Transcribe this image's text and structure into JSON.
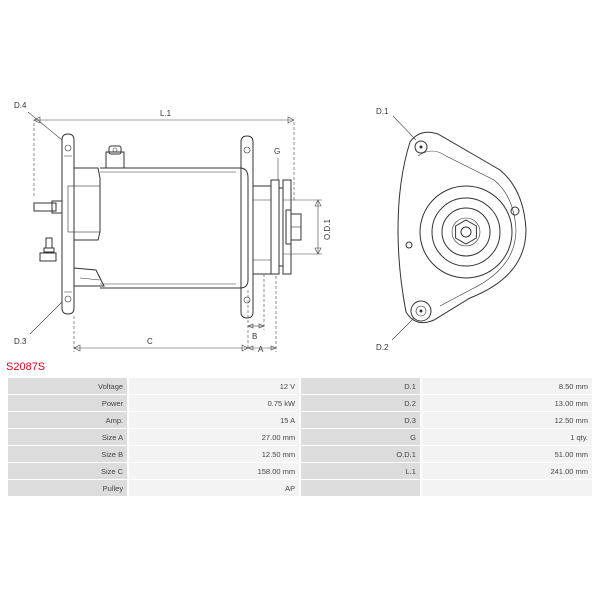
{
  "part_number": "S2087S",
  "drawing": {
    "labels": {
      "d4": "D.4",
      "l1": "L.1",
      "g": "G",
      "od1": "O.D.1",
      "d3": "D.3",
      "b": "B",
      "c": "C",
      "a": "A",
      "d1": "D.1",
      "d2": "D.2"
    }
  },
  "specs": [
    {
      "label_left": "Voltage",
      "value_left": "12 V",
      "label_right": "D.1",
      "value_right": "8.50 mm"
    },
    {
      "label_left": "Power",
      "value_left": "0.75 kW",
      "label_right": "D.2",
      "value_right": "13.00 mm"
    },
    {
      "label_left": "Amp.",
      "value_left": "15 A",
      "label_right": "D.3",
      "value_right": "12.50 mm"
    },
    {
      "label_left": "Size A",
      "value_left": "27.00 mm",
      "label_right": "G",
      "value_right": "1 qty."
    },
    {
      "label_left": "Size B",
      "value_left": "12.50 mm",
      "label_right": "O.D.1",
      "value_right": "51.00 mm"
    },
    {
      "label_left": "Size C",
      "value_left": "158.00 mm",
      "label_right": "L.1",
      "value_right": "241.00 mm"
    },
    {
      "label_left": "Pulley",
      "value_left": "AP",
      "label_right": "",
      "value_right": ""
    }
  ]
}
